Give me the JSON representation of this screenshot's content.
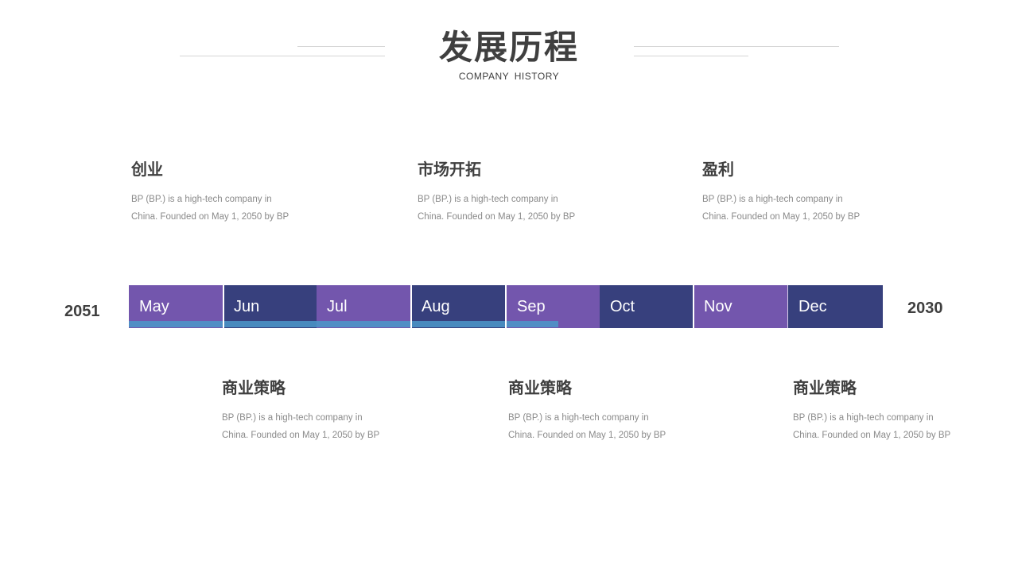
{
  "header": {
    "title": "发展历程",
    "subtitle": "COMPANY  HISTORY"
  },
  "milestones_top": [
    {
      "title": "创业",
      "desc_line1": "BP (BP.) is a high-tech company in",
      "desc_line2": "China. Founded on May  1, 2050 by BP"
    },
    {
      "title": "市场开拓",
      "desc_line1": "BP (BP.) is a high-tech company in",
      "desc_line2": "China. Founded on May  1, 2050 by BP"
    },
    {
      "title": "盈利",
      "desc_line1": "BP (BP.) is a high-tech company in",
      "desc_line2": "China. Founded on May  1, 2050 by BP"
    }
  ],
  "milestones_bottom": [
    {
      "title": "商业策略",
      "desc_line1": "BP (BP.) is a high-tech company in",
      "desc_line2": "China. Founded on May  1, 2050 by BP"
    },
    {
      "title": "商业策略",
      "desc_line1": "BP (BP.) is a high-tech company in",
      "desc_line2": "China. Founded on May  1, 2050 by BP"
    },
    {
      "title": "商业策略",
      "desc_line1": "BP (BP.) is a high-tech company in",
      "desc_line2": "China. Founded on May  1, 2050 by BP"
    }
  ],
  "timeline": {
    "year_start": "2051",
    "year_end": "2030",
    "months": [
      {
        "label": "May",
        "color": "#7356ad"
      },
      {
        "label": "Jun",
        "color": "#37407d"
      },
      {
        "label": "Jul",
        "color": "#7356ad"
      },
      {
        "label": "Aug",
        "color": "#37407d"
      },
      {
        "label": "Sep",
        "color": "#7356ad"
      },
      {
        "label": "Oct",
        "color": "#37407d"
      },
      {
        "label": "Nov",
        "color": "#7356ad"
      },
      {
        "label": "Dec",
        "color": "#37407d"
      }
    ],
    "progress_fraction": 0.57,
    "progress_color": "#4b98c9"
  }
}
